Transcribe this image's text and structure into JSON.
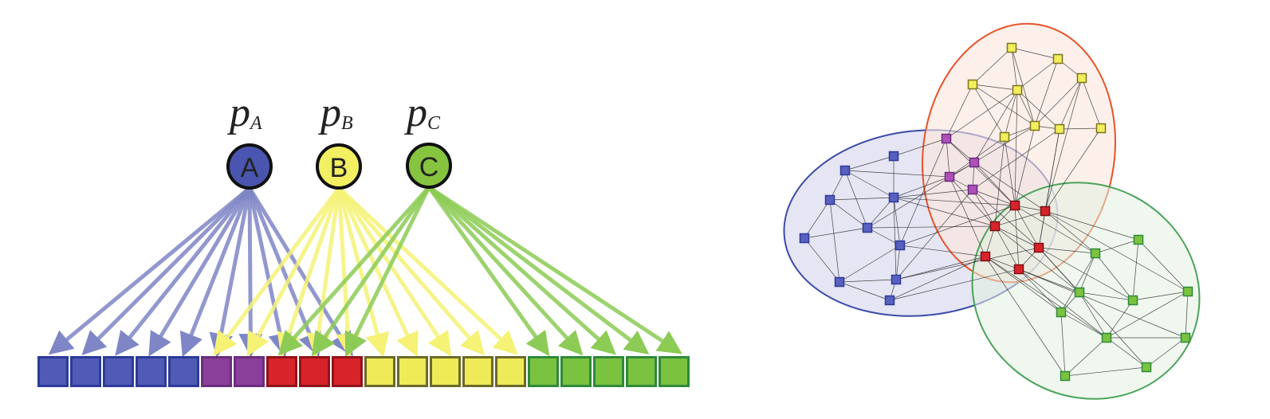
{
  "left_diagram": {
    "communities": [
      {
        "id": "A",
        "param_main": "p",
        "param_sub": "A",
        "color": "#4a55b0",
        "arrow_color": "#7f86c6"
      },
      {
        "id": "B",
        "param_main": "p",
        "param_sub": "B",
        "color": "#f2ef62",
        "arrow_color": "#f5f275"
      },
      {
        "id": "C",
        "param_main": "p",
        "param_sub": "C",
        "color": "#86c440",
        "arrow_color": "#8ccb55"
      }
    ],
    "node_colors": [
      "blue",
      "blue",
      "blue",
      "blue",
      "blue",
      "purple",
      "purple",
      "red",
      "red",
      "red",
      "yellow",
      "yellow",
      "yellow",
      "yellow",
      "yellow",
      "green",
      "green",
      "green",
      "green",
      "green"
    ],
    "palette": {
      "blue": {
        "fill": "#4f5bb5",
        "stroke": "#2d3a99"
      },
      "purple": {
        "fill": "#8a3f9a",
        "stroke": "#6b2d7e"
      },
      "red": {
        "fill": "#d9232b",
        "stroke": "#8f1419"
      },
      "yellow": {
        "fill": "#efea57",
        "stroke": "#6b6a2a"
      },
      "green": {
        "fill": "#7cc241",
        "stroke": "#2e8a39"
      }
    },
    "memberships": {
      "A": [
        0,
        1,
        2,
        3,
        4,
        5,
        6,
        7,
        8,
        9
      ],
      "B": [
        5,
        6,
        7,
        8,
        9,
        10,
        11,
        12,
        13,
        14
      ],
      "C": [
        7,
        8,
        9,
        15,
        16,
        17,
        18,
        19
      ]
    }
  },
  "right_diagram": {
    "groups": [
      {
        "name": "blue",
        "fill": "#dcdcef",
        "stroke": "#3b4ba8"
      },
      {
        "name": "orange",
        "fill": "#fbe6dc",
        "stroke": "#e8522a"
      },
      {
        "name": "green",
        "fill": "#e2f0e0",
        "stroke": "#4aa35a"
      }
    ]
  }
}
